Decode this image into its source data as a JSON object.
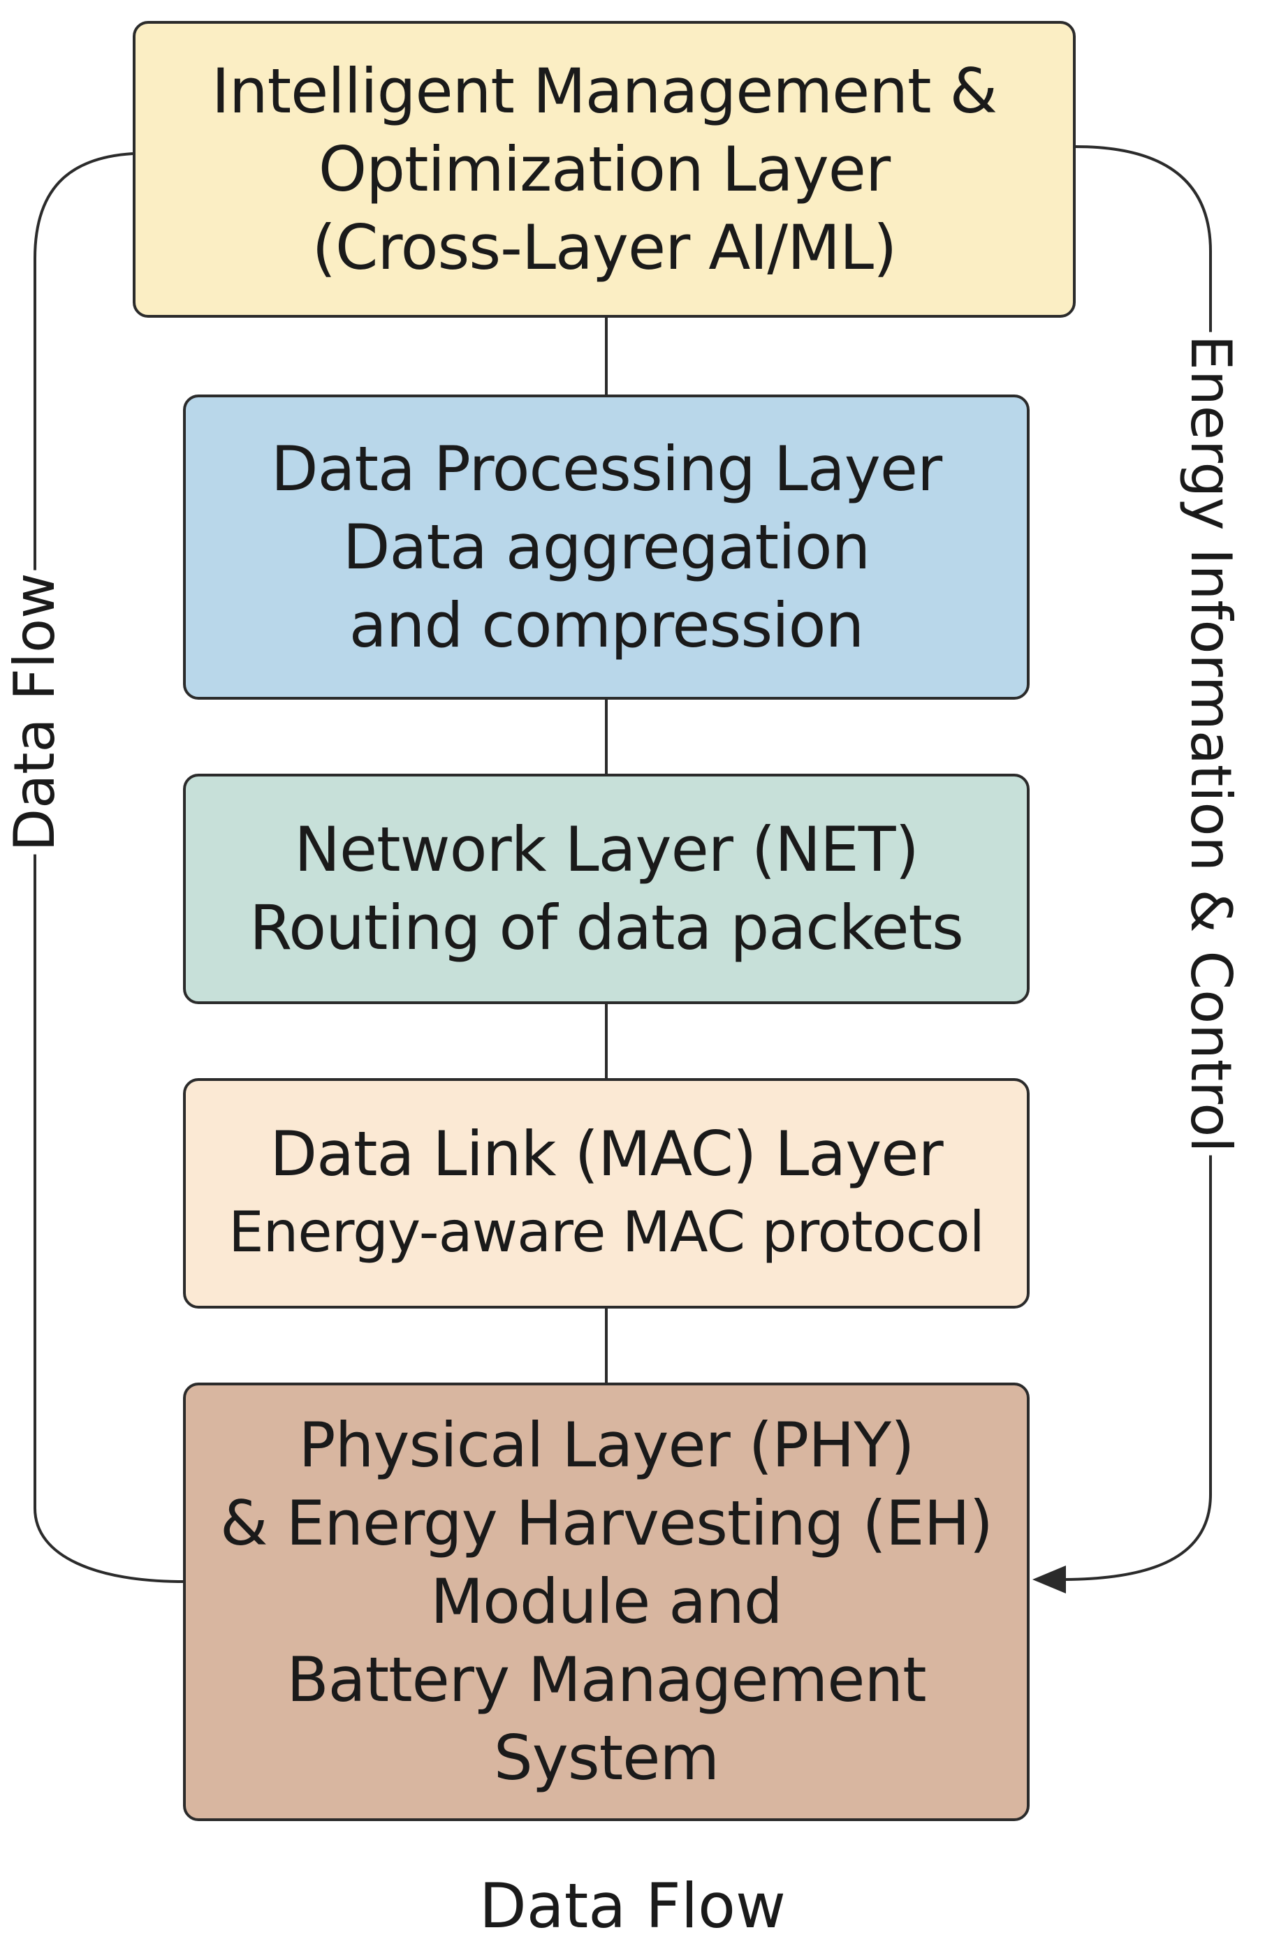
{
  "layers": {
    "management": {
      "line1": "Intelligent Management &",
      "line2": "Optimization Layer",
      "line3": "(Cross-Layer AI/ML)",
      "color": "#fbeec4"
    },
    "processing": {
      "title": "Data Processing Layer",
      "line2": "Data aggregation",
      "line3": "and compression",
      "color": "#b9d7ea"
    },
    "network": {
      "title": "Network Layer (NET)",
      "line2": "Routing of data packets",
      "color": "#c7e0d9"
    },
    "datalink": {
      "title": "Data Link (MAC) Layer",
      "line2": "Energy-aware MAC protocol",
      "color": "#fbe9d4"
    },
    "physical": {
      "title": "Physical Layer (PHY)",
      "line2": "& Energy Harvesting (EH)",
      "line3": "Module and",
      "line4": "Battery Management",
      "line5": "System",
      "color": "#d8b6a0"
    }
  },
  "labels": {
    "left": "Data Flow",
    "right": "Energy Information & Control",
    "bottom": "Data Flow"
  },
  "connector_color": "#2b2b2b"
}
